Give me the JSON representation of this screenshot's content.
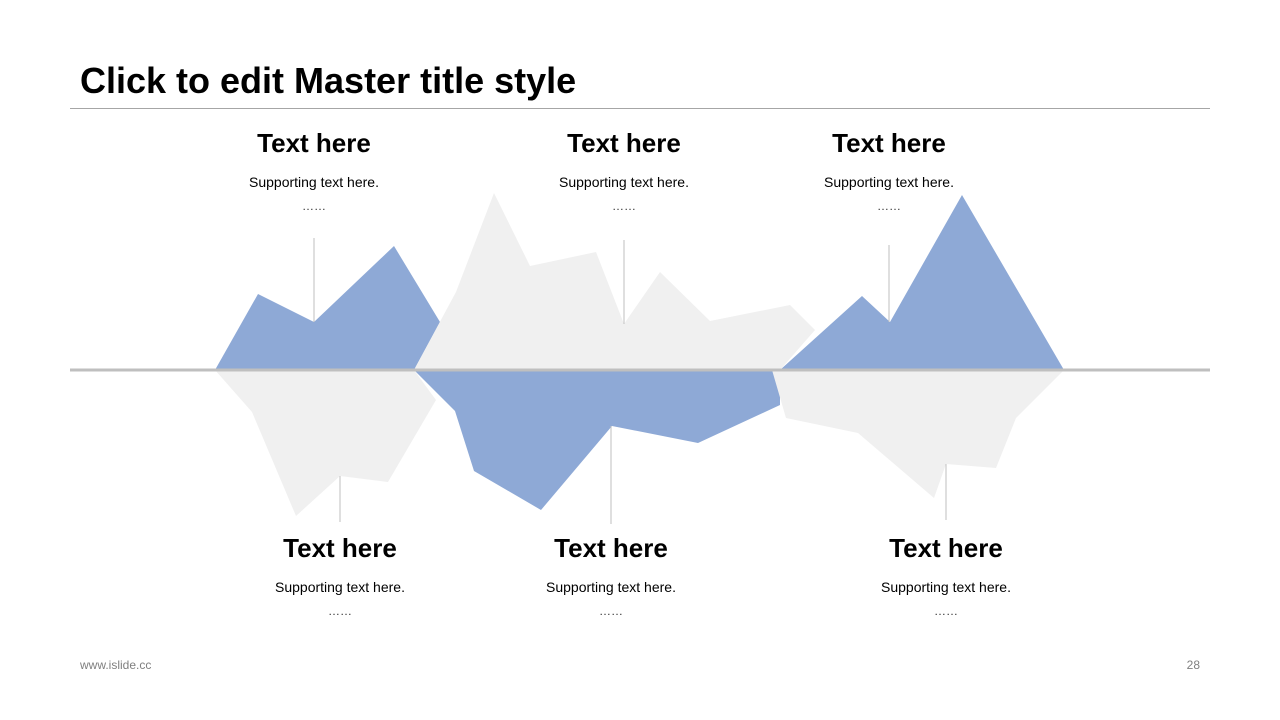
{
  "slide": {
    "title": "Click to edit Master title style",
    "footer_url": "www.islide.cc",
    "page_number": "28"
  },
  "colors": {
    "accent": "#8EA9D6",
    "neutral": "#F0F0F0",
    "baseline": "#BFBFBF",
    "leader": "#BFBFBF"
  },
  "callouts_top": [
    {
      "heading": "Text here",
      "body": "Supporting text here.",
      "ellipsis": "……"
    },
    {
      "heading": "Text here",
      "body": "Supporting text here.",
      "ellipsis": "……"
    },
    {
      "heading": "Text here",
      "body": "Supporting text here.",
      "ellipsis": "……"
    }
  ],
  "callouts_bottom": [
    {
      "heading": "Text here",
      "body": "Supporting text here.",
      "ellipsis": "……"
    },
    {
      "heading": "Text here",
      "body": "Supporting text here.",
      "ellipsis": "……"
    },
    {
      "heading": "Text here",
      "body": "Supporting text here.",
      "ellipsis": "……"
    }
  ]
}
